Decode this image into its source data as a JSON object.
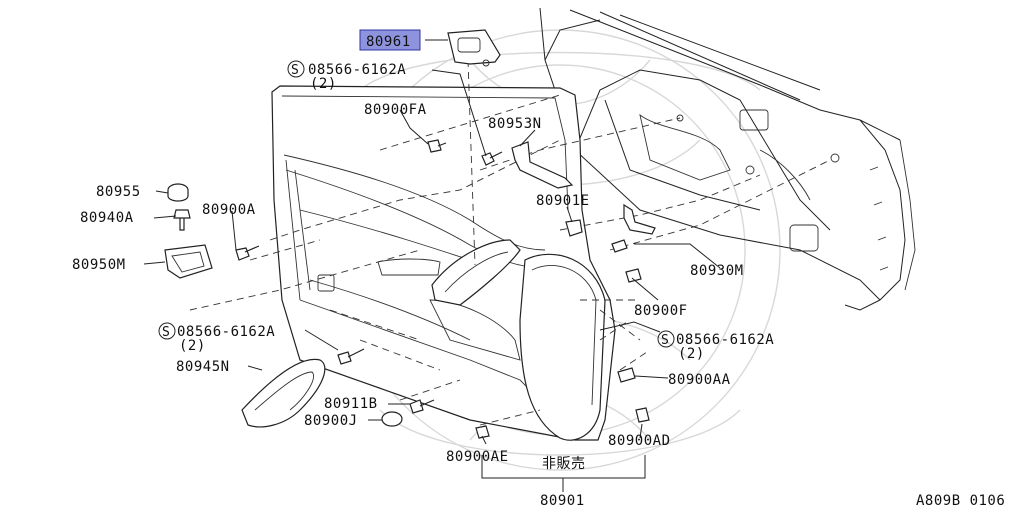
{
  "callouts": {
    "highlight": "80961",
    "screw_top": "08566-6162A",
    "screw_top_qty": "(2)",
    "clip_fa": "80900FA",
    "bracket_n": "80953N",
    "cap": "80955",
    "grommet": "80940A",
    "clip_a": "80900A",
    "escutcheon": "80950M",
    "clip_e": "80901E",
    "bracket_m": "80930M",
    "clip_f": "80900F",
    "screw_right": "08566-6162A",
    "screw_right_qty": "(2)",
    "screw_left": "08566-6162A",
    "screw_left_qty": "(2)",
    "pull_handle": "80945N",
    "clip_aa": "80900AA",
    "clip_b": "80911B",
    "clip_j": "80900J",
    "clip_ad": "80900AD",
    "clip_ae": "80900AE",
    "not_for_sale": "非販売",
    "trim_assembly": "80901"
  },
  "symbols": {
    "standard_part": "S"
  },
  "footer": {
    "drawing_code": "A809B 0106"
  },
  "colors": {
    "highlight_fill": "#8e93de",
    "line": "#222222",
    "watermark": "#d8d8d8"
  }
}
